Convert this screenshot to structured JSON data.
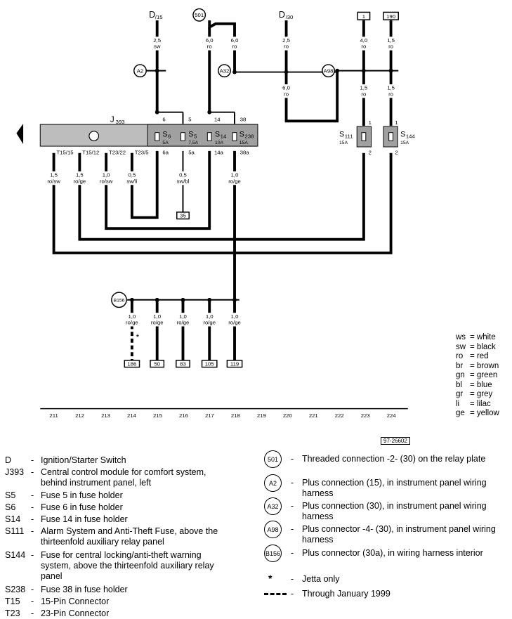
{
  "diagram": {
    "top_labels": {
      "d15": "D",
      "d15_sub": "/15",
      "c501": "501",
      "d30": "D",
      "d30_sub": "/30",
      "box1": "1",
      "box190": "190"
    },
    "top_wires": [
      {
        "size": "2,5",
        "color": "sw"
      },
      {
        "size": "6,0",
        "color": "ro"
      },
      {
        "size": "6,0",
        "color": "ro"
      },
      {
        "size": "2,5",
        "color": "ro"
      },
      {
        "size": "4,0",
        "color": "ro"
      },
      {
        "size": "1,5",
        "color": "ro"
      }
    ],
    "mid_wires": [
      {
        "size": "6,0",
        "color": "ro"
      },
      {
        "size": "1,5",
        "color": "ro"
      },
      {
        "size": "1,5",
        "color": "ro"
      }
    ],
    "connectors": {
      "a2": "A2",
      "a32": "A32",
      "a98": "A98",
      "b156": "B156"
    },
    "module": {
      "name": "J",
      "sub": "393"
    },
    "fuses": [
      {
        "name": "S",
        "num": "6",
        "rating": "5A",
        "top_pin": "6",
        "bottom_pin": "6a"
      },
      {
        "name": "S",
        "num": "5",
        "rating": "7,5A",
        "top_pin": "5",
        "bottom_pin": "5a"
      },
      {
        "name": "S",
        "num": "14",
        "rating": "10A",
        "top_pin": "14",
        "bottom_pin": "14a"
      },
      {
        "name": "S",
        "num": "238",
        "rating": "15A",
        "top_pin": "38",
        "bottom_pin": "38a"
      }
    ],
    "side_fuses": [
      {
        "name": "S",
        "num": "111",
        "rating": "15A",
        "top_pin": "1",
        "bottom_pin": "2"
      },
      {
        "name": "S",
        "num": "144",
        "rating": "15A",
        "top_pin": "1",
        "bottom_pin": "2"
      }
    ],
    "module_pins": [
      "T15/15",
      "T15/12",
      "T23/22",
      "T23/5"
    ],
    "lower_wires": [
      {
        "size": "1,5",
        "color": "ro/sw"
      },
      {
        "size": "1,5",
        "color": "ro/ge"
      },
      {
        "size": "1,0",
        "color": "ro/sw"
      },
      {
        "size": "0,5",
        "color": "sw/li"
      },
      {
        "size": "0,5",
        "color": "sw/bl"
      },
      {
        "size": "1,0",
        "color": "ro/ge"
      }
    ],
    "box35": "35",
    "bottom_wires": [
      {
        "size": "1,0",
        "color": "ro/ge"
      },
      {
        "size": "1,0",
        "color": "ro/ge"
      },
      {
        "size": "1,0",
        "color": "ro/ge"
      },
      {
        "size": "1,0",
        "color": "ro/ge"
      },
      {
        "size": "1,0",
        "color": "ro/ge"
      }
    ],
    "bottom_boxes": [
      "186",
      "50",
      "83",
      "105",
      "119"
    ],
    "asterisk": "*",
    "scale_numbers": [
      "211",
      "212",
      "213",
      "214",
      "215",
      "216",
      "217",
      "218",
      "219",
      "220",
      "221",
      "222",
      "223",
      "224"
    ],
    "ref_code": "97-26602"
  },
  "color_key": [
    {
      "code": "ws",
      "name": "white"
    },
    {
      "code": "sw",
      "name": "black"
    },
    {
      "code": "ro",
      "name": "red"
    },
    {
      "code": "br",
      "name": "brown"
    },
    {
      "code": "gn",
      "name": "green"
    },
    {
      "code": "bl",
      "name": "blue"
    },
    {
      "code": "gr",
      "name": "grey"
    },
    {
      "code": "li",
      "name": "lilac"
    },
    {
      "code": "ge",
      "name": "yellow"
    }
  ],
  "legend_left": [
    {
      "code": "D",
      "desc": "Ignition/Starter Switch"
    },
    {
      "code": "J393",
      "desc": "Central control module for comfort system, behind instrument panel, left"
    },
    {
      "code": "S5",
      "desc": "Fuse 5 in fuse holder"
    },
    {
      "code": "S6",
      "desc": "Fuse 6 in fuse holder"
    },
    {
      "code": "S14",
      "desc": "Fuse 14 in fuse holder"
    },
    {
      "code": "S111",
      "desc": "Alarm System and Anti-Theft Fuse, above the thirteenfold auxiliary relay panel"
    },
    {
      "code": "S144",
      "desc": "Fuse for central locking/anti-theft warning system, above the thirteenfold auxiliary relay panel"
    },
    {
      "code": "S238",
      "desc": "Fuse 38 in fuse holder"
    },
    {
      "code": "T15",
      "desc": "15-Pin Connector"
    },
    {
      "code": "T23",
      "desc": "23-Pin Connector"
    }
  ],
  "legend_right": [
    {
      "symbol": "501",
      "desc": "Threaded connection -2- (30) on the relay plate"
    },
    {
      "symbol": "A2",
      "desc": "Plus connection (15), in instrument panel wiring harness"
    },
    {
      "symbol": "A32",
      "desc": "Plus connection (30), in instrument panel wiring harness"
    },
    {
      "symbol": "A98",
      "desc": "Plus connector -4- (30), in instrument panel wiring harness"
    },
    {
      "symbol": "B156",
      "desc": "Plus connector (30a), in wiring harness interior"
    },
    {
      "symbol": "*",
      "desc": "Jetta only"
    },
    {
      "symbol": "dash",
      "desc": "Through January 1999"
    }
  ],
  "dash_char": "-"
}
